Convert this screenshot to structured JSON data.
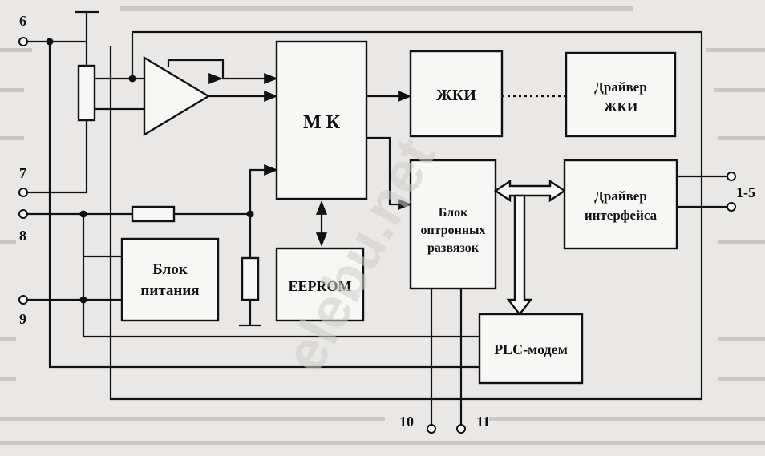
{
  "watermark": "elebu.net",
  "blocks": {
    "mk": "М К",
    "zhki": "ЖКИ",
    "driver_zhki_l1": "Драйвер",
    "driver_zhki_l2": "ЖКИ",
    "driver_iface_l1": "Драйвер",
    "driver_iface_l2": "интерфейса",
    "optron_l1": "Блок",
    "optron_l2": "оптронных",
    "optron_l3": "развязок",
    "power_l1": "Блок",
    "power_l2": "питания",
    "eeprom": "EEPROM",
    "plc": "PLC-модем"
  },
  "terminals": {
    "t6": "6",
    "t7": "7",
    "t8": "8",
    "t9": "9",
    "t10": "10",
    "t11": "11",
    "t15": "1-5"
  }
}
